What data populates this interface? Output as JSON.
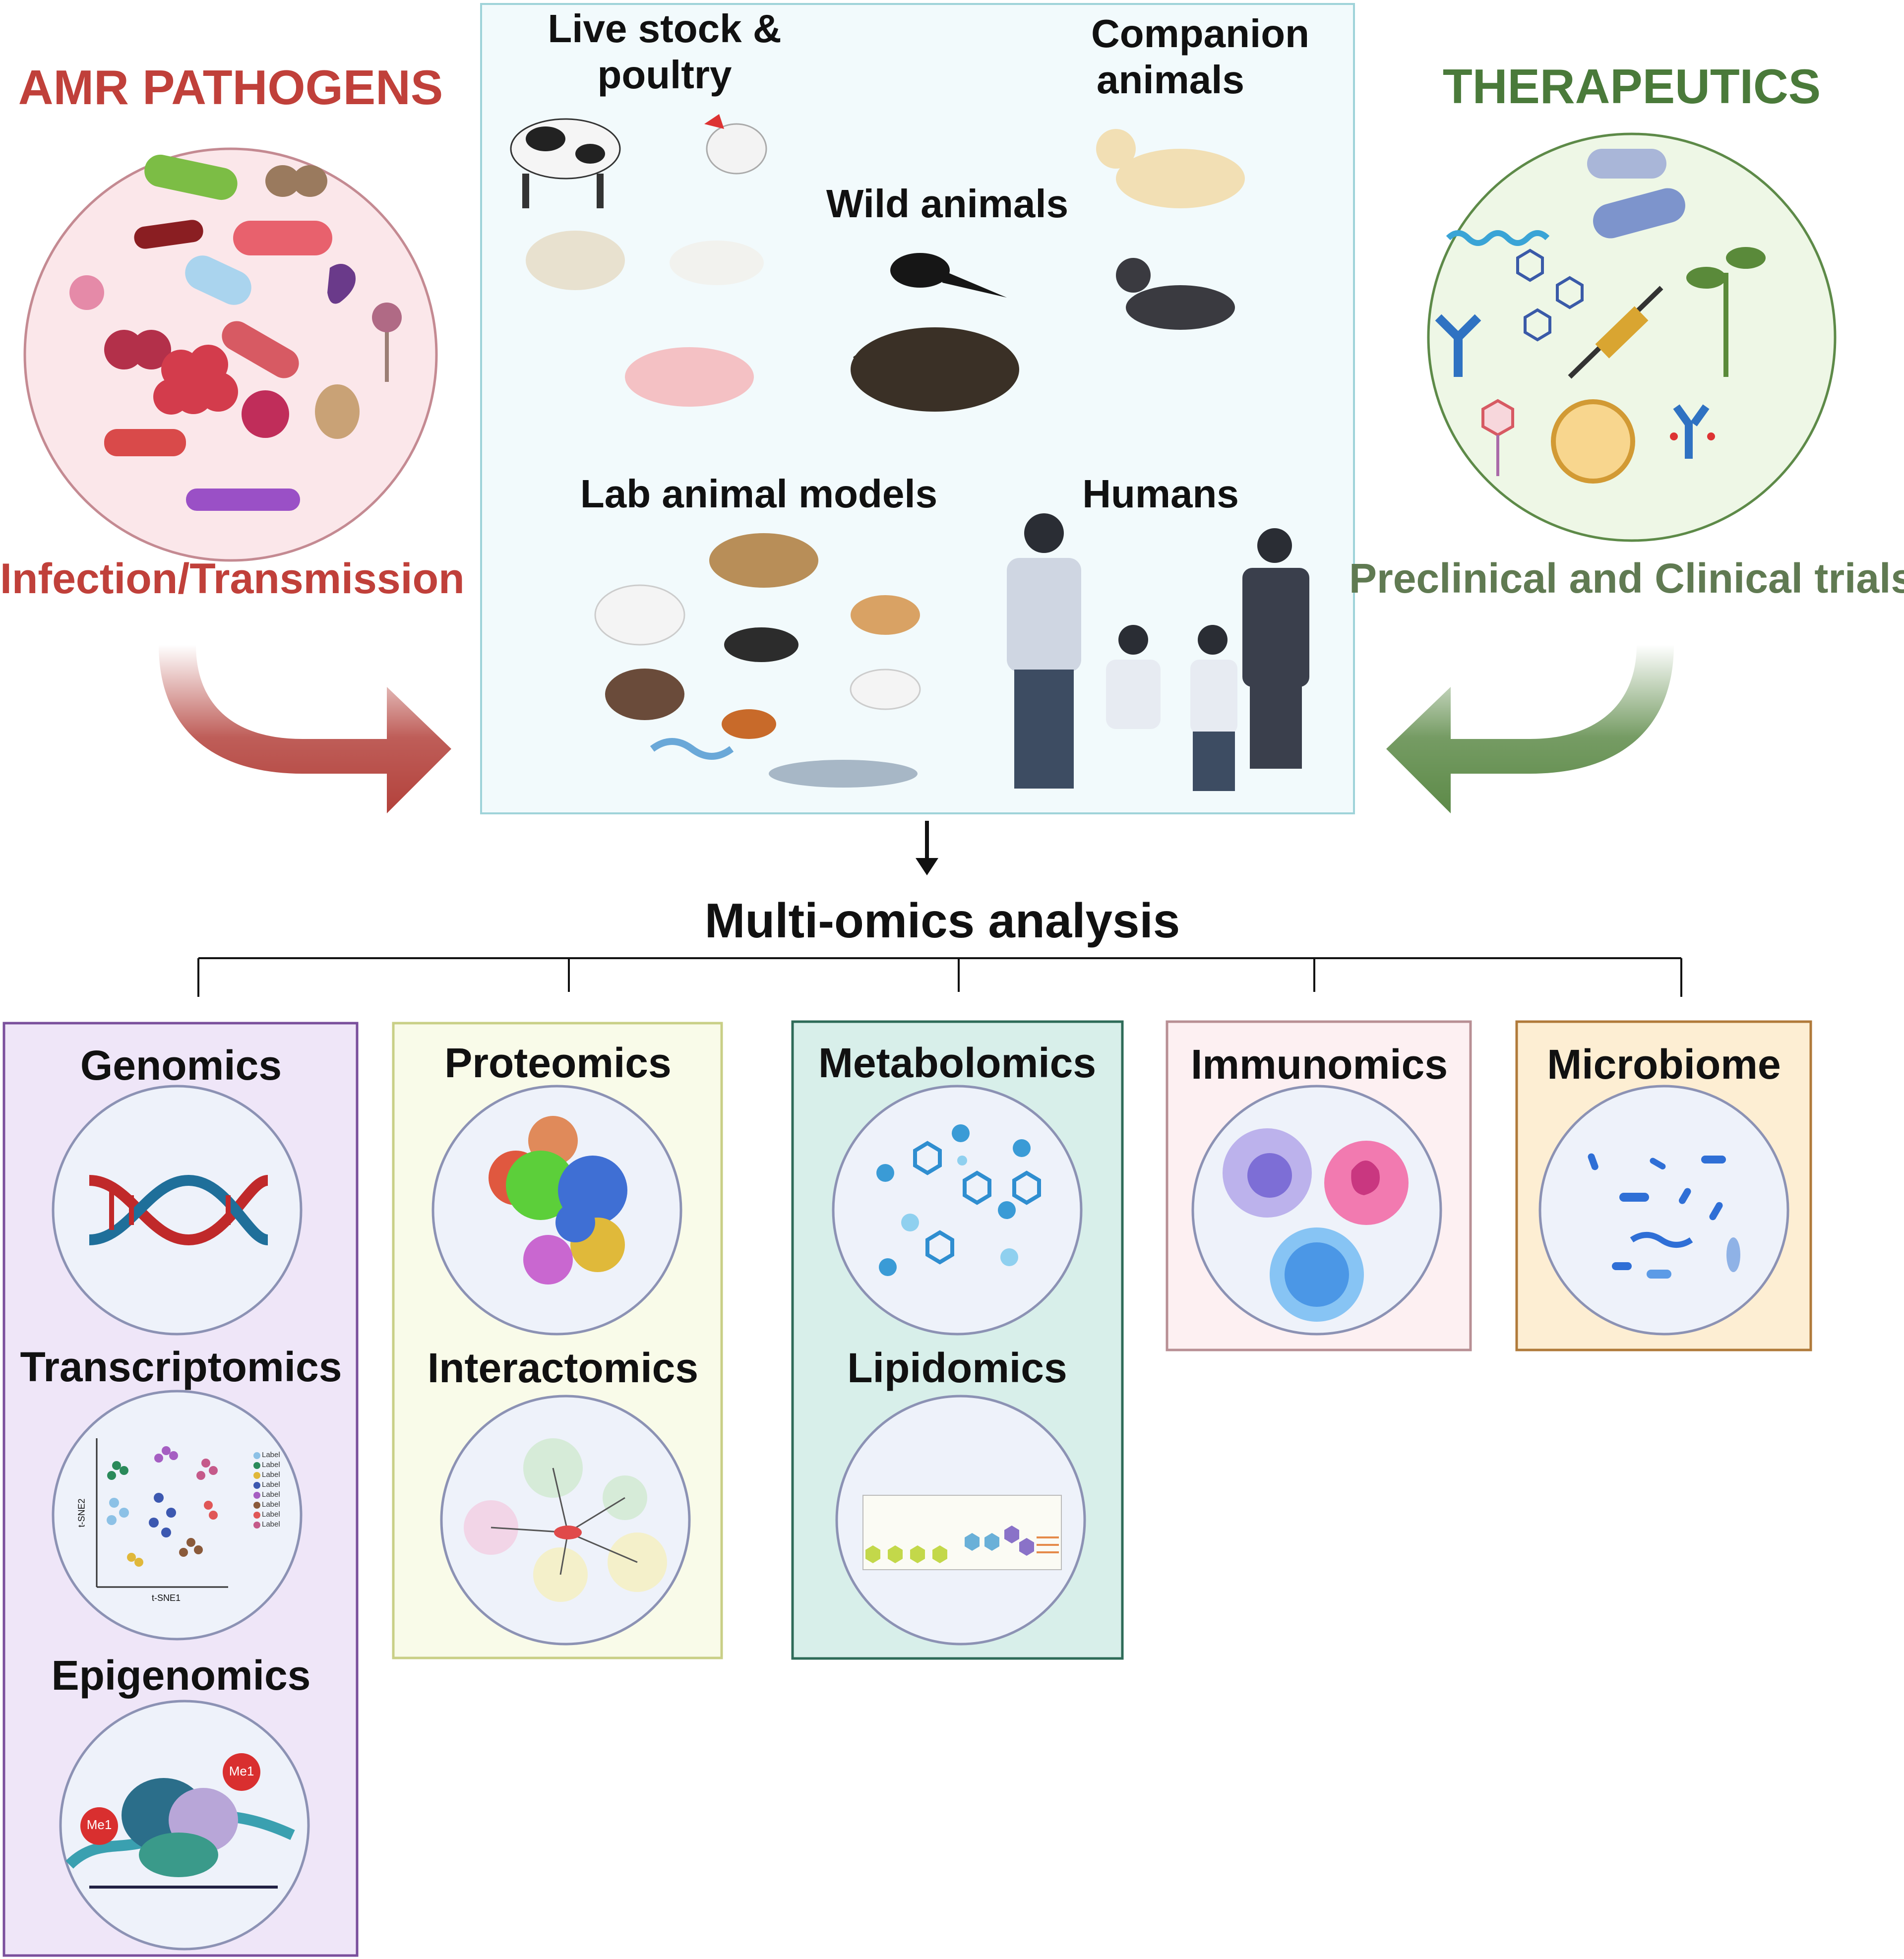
{
  "pathogens": {
    "title": "AMR PATHOGENS",
    "subtitle": "Infection/Transmission",
    "color": "#c0403a",
    "circle_fill": "#fbe7ea"
  },
  "therapeutics": {
    "title": "THERAPEUTICS",
    "subtitle": "Preclinical and Clinical trials",
    "color": "#4a7a3a",
    "circle_fill": "#eef7e6"
  },
  "hosts": {
    "livestock": "Live stock &",
    "livestock2": "poultry",
    "companion": "Companion",
    "companion2": "animals",
    "wild": "Wild animals",
    "lab": "Lab animal models",
    "humans": "Humans",
    "panel_fill": "#f2fafc"
  },
  "multiomics": {
    "title": "Multi-omics analysis"
  },
  "omics": {
    "genomics": "Genomics",
    "transcriptomics": "Transcriptomics",
    "epigenomics": "Epigenomics",
    "proteomics": "Proteomics",
    "interactomics": "Interactomics",
    "metabolomics": "Metabolomics",
    "lipidomics": "Lipidomics",
    "immunomics": "Immunomics",
    "microbiome": "Microbiome",
    "me1a": "Me1",
    "me1b": "Me1",
    "tsne_x": "t-SNE1",
    "tsne_y": "t-SNE2",
    "legend_item": "Label"
  },
  "colors": {
    "genomics_fill": "#efe6f8",
    "genomics_border": "#7a4f9c",
    "proteomics_fill": "#f9fbe9",
    "proteomics_border": "#c9cf86",
    "metabolomics_fill": "#d8efea",
    "metabolomics_border": "#2e6b58",
    "immunomics_fill": "#fdf0f2",
    "immunomics_border": "#b88f94",
    "microbiome_fill": "#fdeed3",
    "microbiome_border": "#b07a3a"
  }
}
